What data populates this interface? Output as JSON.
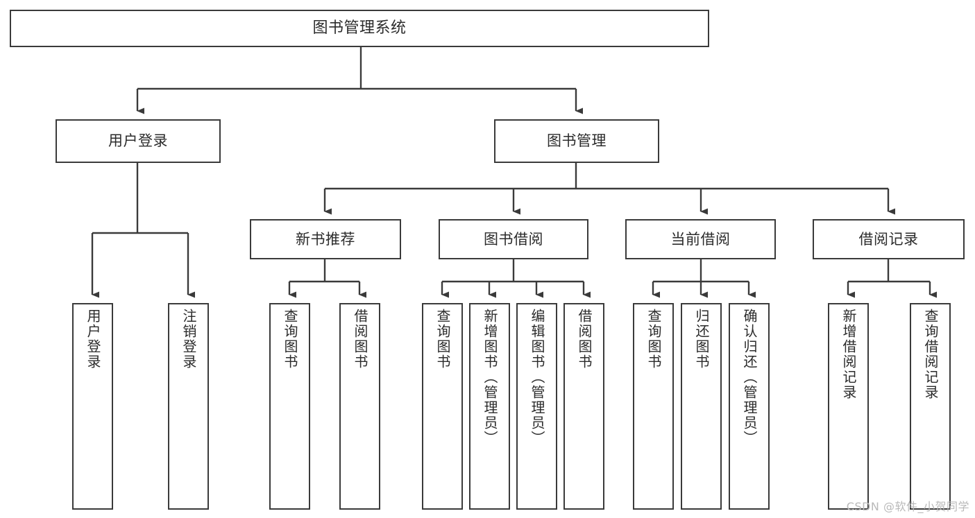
{
  "diagram": {
    "title": "图书管理系统",
    "type": "tree",
    "orientation": "top-down",
    "watermark": "CSDN @软件_小贺同学",
    "colors": {
      "background": "#ffffff",
      "box_border": "#3a3a3a",
      "box_fill": "#ffffff",
      "text": "#2b2b2b",
      "edge": "#3a3a3a",
      "watermark": "#b9b9b9"
    },
    "levels": {
      "root": "图书管理系统",
      "level1": [
        "用户登录",
        "图书管理"
      ],
      "level2": [
        "新书推荐",
        "图书借阅",
        "当前借阅",
        "借阅记录"
      ]
    },
    "nodes": {
      "root": {
        "label": "图书管理系统"
      },
      "user_login": {
        "label": "用户登录"
      },
      "book_manage": {
        "label": "图书管理"
      },
      "new_book_rec": {
        "label": "新书推荐"
      },
      "book_borrow": {
        "label": "图书借阅"
      },
      "current_borrow": {
        "label": "当前借阅"
      },
      "borrow_record": {
        "label": "借阅记录"
      }
    },
    "leaves": {
      "user_login": [
        {
          "label": "用户登录"
        },
        {
          "label": "注销登录"
        }
      ],
      "new_book_rec": [
        {
          "label": "查询图书"
        },
        {
          "label": "借阅图书"
        }
      ],
      "book_borrow": [
        {
          "label": "查询图书"
        },
        {
          "label": "新增图书（管理员）"
        },
        {
          "label": "编辑图书（管理员）"
        },
        {
          "label": "借阅图书"
        }
      ],
      "current_borrow": [
        {
          "label": "查询图书"
        },
        {
          "label": "归还图书"
        },
        {
          "label": "确认归还（管理员）"
        }
      ],
      "borrow_record": [
        {
          "label": "新增借阅记录"
        },
        {
          "label": "查询借阅记录"
        }
      ]
    }
  }
}
